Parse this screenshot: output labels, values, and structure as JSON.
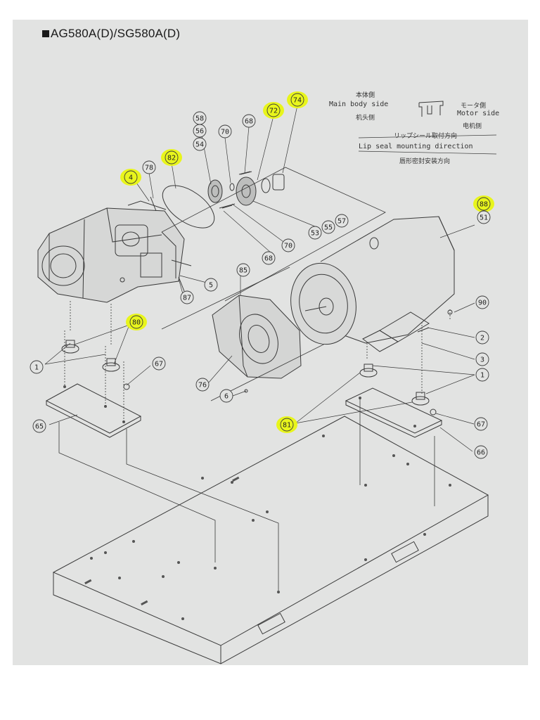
{
  "document": {
    "title": "AG580A(D)/SG580A(D)"
  },
  "legend": {
    "main_jp": "本体側",
    "main_en": "Main body side",
    "main_cn": "机头侧",
    "motor_jp": "モータ側",
    "motor_en": "Motor side",
    "motor_cn": "电机侧",
    "dir_jp": "リップシール取付方向",
    "dir_en": "Lip seal mounting direction",
    "dir_cn": "唇形密封安装方向"
  },
  "colors": {
    "highlight": "#e8f51c",
    "line": "#3a3a3a",
    "paper": "#e2e3e2"
  },
  "callouts": [
    {
      "label": "58",
      "highlighted": false
    },
    {
      "label": "56",
      "highlighted": false
    },
    {
      "label": "54",
      "highlighted": false
    },
    {
      "label": "70",
      "highlighted": false
    },
    {
      "label": "68",
      "highlighted": false
    },
    {
      "label": "72",
      "highlighted": true
    },
    {
      "label": "74",
      "highlighted": true
    },
    {
      "label": "78",
      "highlighted": false
    },
    {
      "label": "82",
      "highlighted": true
    },
    {
      "label": "4",
      "highlighted": true
    },
    {
      "label": "88",
      "highlighted": true
    },
    {
      "label": "51",
      "highlighted": false
    },
    {
      "label": "57",
      "highlighted": false
    },
    {
      "label": "55",
      "highlighted": false
    },
    {
      "label": "53",
      "highlighted": false
    },
    {
      "label": "70",
      "highlighted": false
    },
    {
      "label": "68",
      "highlighted": false
    },
    {
      "label": "85",
      "highlighted": false
    },
    {
      "label": "5",
      "highlighted": false
    },
    {
      "label": "87",
      "highlighted": false
    },
    {
      "label": "80",
      "highlighted": true
    },
    {
      "label": "1",
      "highlighted": false
    },
    {
      "label": "67",
      "highlighted": false
    },
    {
      "label": "65",
      "highlighted": false
    },
    {
      "label": "76",
      "highlighted": false
    },
    {
      "label": "6",
      "highlighted": false
    },
    {
      "label": "90",
      "highlighted": false
    },
    {
      "label": "2",
      "highlighted": false
    },
    {
      "label": "3",
      "highlighted": false
    },
    {
      "label": "1",
      "highlighted": false
    },
    {
      "label": "81",
      "highlighted": true
    },
    {
      "label": "67",
      "highlighted": false
    },
    {
      "label": "66",
      "highlighted": false
    }
  ]
}
